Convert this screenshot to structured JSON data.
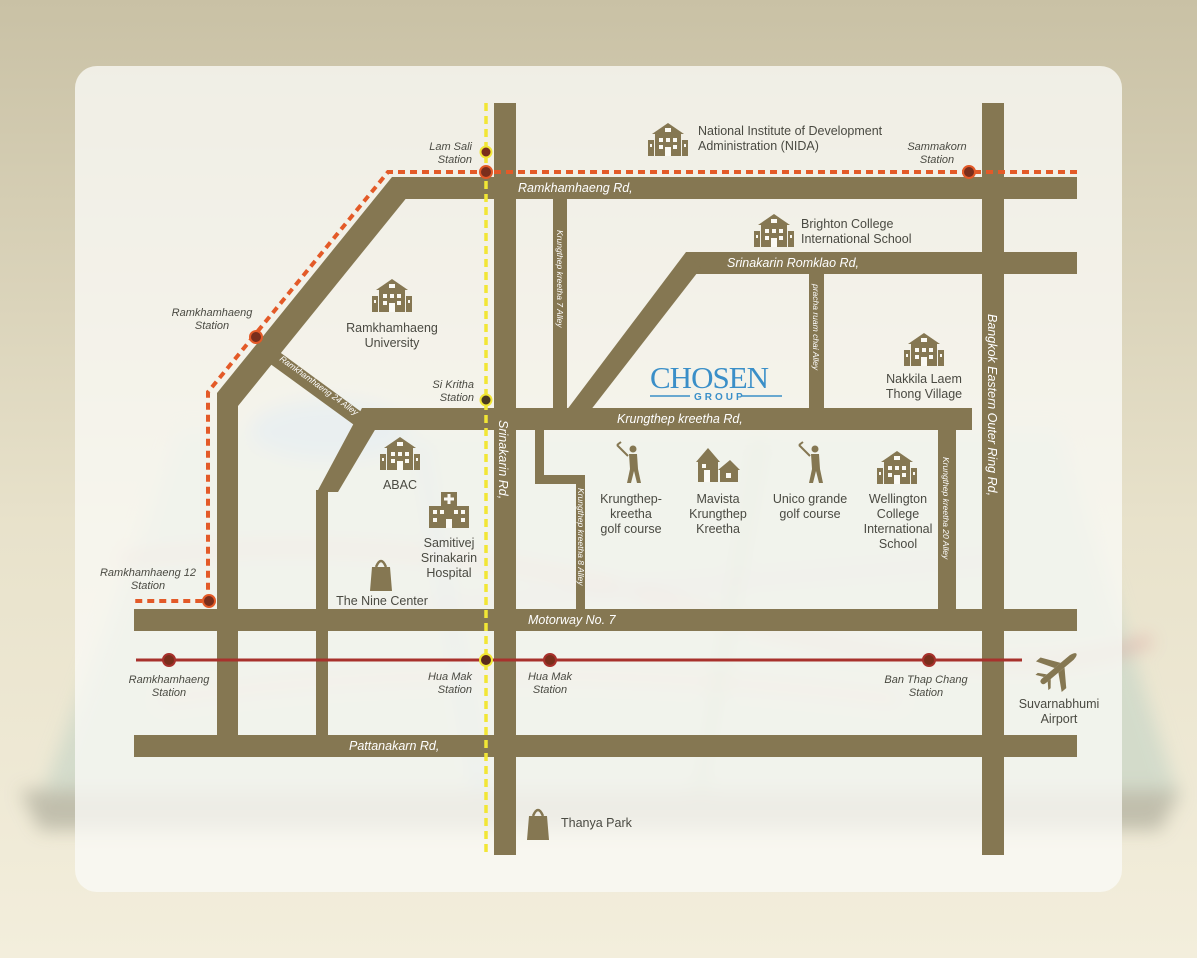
{
  "colors": {
    "road": "#857752",
    "orange_line": "#e35a28",
    "red_line": "#a8312c",
    "yellow_line": "#f2e635",
    "icon": "#857752",
    "logo": "#3a8fc8"
  },
  "roads": {
    "ramkhamhaeng": "Ramkhamhaeng Rd,",
    "srinakarin_romklao": "Srinakarin Romklao Rd,",
    "krungthep_kreetha": "Krungthep kreetha Rd,",
    "srinakarin": "Srinakarin Rd,",
    "bangkok_eastern": "Bangkok Eastern Outer Ring Rd,",
    "motorway": "Motorway No. 7",
    "pattanakarn": "Pattanakarn Rd,",
    "kk7": "Krungthep kreetha 7 Alley",
    "pracha": "pracha ruam chai Alley",
    "ram24": "Ramkhamhaeng 24 Alley",
    "kk8": "Krungthep kreetha 8 Alley",
    "kk20": "Krungthep kreetha 20 Alley"
  },
  "stations": {
    "lam_sali": [
      "Lam Sali",
      "Station"
    ],
    "sammakorn": [
      "Sammakorn",
      "Station"
    ],
    "ramkhamhaeng_orange": [
      "Ramkhamhaeng",
      "Station"
    ],
    "si_kritha": [
      "Si Kritha",
      "Station"
    ],
    "ramkhamhaeng12": [
      "Ramkhamhaeng 12",
      "Station"
    ],
    "ramkhamhaeng_red": [
      "Ramkhamhaeng",
      "Station"
    ],
    "hua_mak_yellow": [
      "Hua Mak",
      "Station"
    ],
    "hua_mak_red": [
      "Hua Mak",
      "Station"
    ],
    "ban_thap_chang": [
      "Ban Thap Chang",
      "Station"
    ]
  },
  "places": {
    "nida": [
      "National Institute of Development",
      "Administration (NIDA)"
    ],
    "brighton": [
      "Brighton College",
      "International School"
    ],
    "ramkhamhaeng_uni": [
      "Ramkhamhaeng",
      "University"
    ],
    "nakkila": [
      "Nakkila Laem",
      "Thong Village"
    ],
    "abac": [
      "ABAC"
    ],
    "samitivej": [
      "Samitivej",
      "Srinakarin",
      "Hospital"
    ],
    "nine_center": [
      "The Nine Center"
    ],
    "kk_golf": [
      "Krungthep-",
      "kreetha",
      "golf course"
    ],
    "mavista": [
      "Mavista",
      "Krungthep",
      "Kreetha"
    ],
    "unico": [
      "Unico grande",
      "golf course"
    ],
    "wellington": [
      "Wellington",
      "College",
      "International",
      "School"
    ],
    "suvarnabhumi": [
      "Suvarnabhumi",
      "Airport"
    ],
    "thanya": [
      "Thanya Park"
    ]
  },
  "logo": {
    "main": "CHOSEN",
    "sub": "GROUP"
  }
}
